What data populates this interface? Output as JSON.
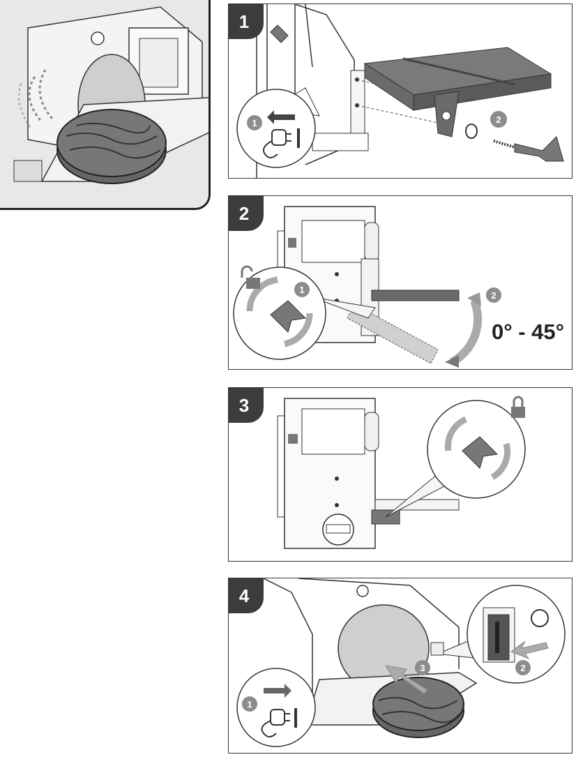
{
  "steps": [
    {
      "number": "1",
      "callouts": [
        "1",
        "2"
      ]
    },
    {
      "number": "2",
      "callouts": [
        "1",
        "2"
      ],
      "angle_label": "0° - 45°"
    },
    {
      "number": "3",
      "callouts": []
    },
    {
      "number": "4",
      "callouts": [
        "1",
        "2",
        "3"
      ]
    }
  ],
  "colors": {
    "badge": "#3c3c3c",
    "callout_gray": "#8c8c8c",
    "table_gray": "#6a6a6a",
    "wood": "#6e6e6e",
    "line": "#333333",
    "hero_bg": "#e6e6e6"
  },
  "icons": [
    "plug-icon",
    "unlock-icon",
    "lock-icon",
    "arrow-left-icon",
    "arrow-right-icon",
    "rotate-arrows-icon"
  ]
}
